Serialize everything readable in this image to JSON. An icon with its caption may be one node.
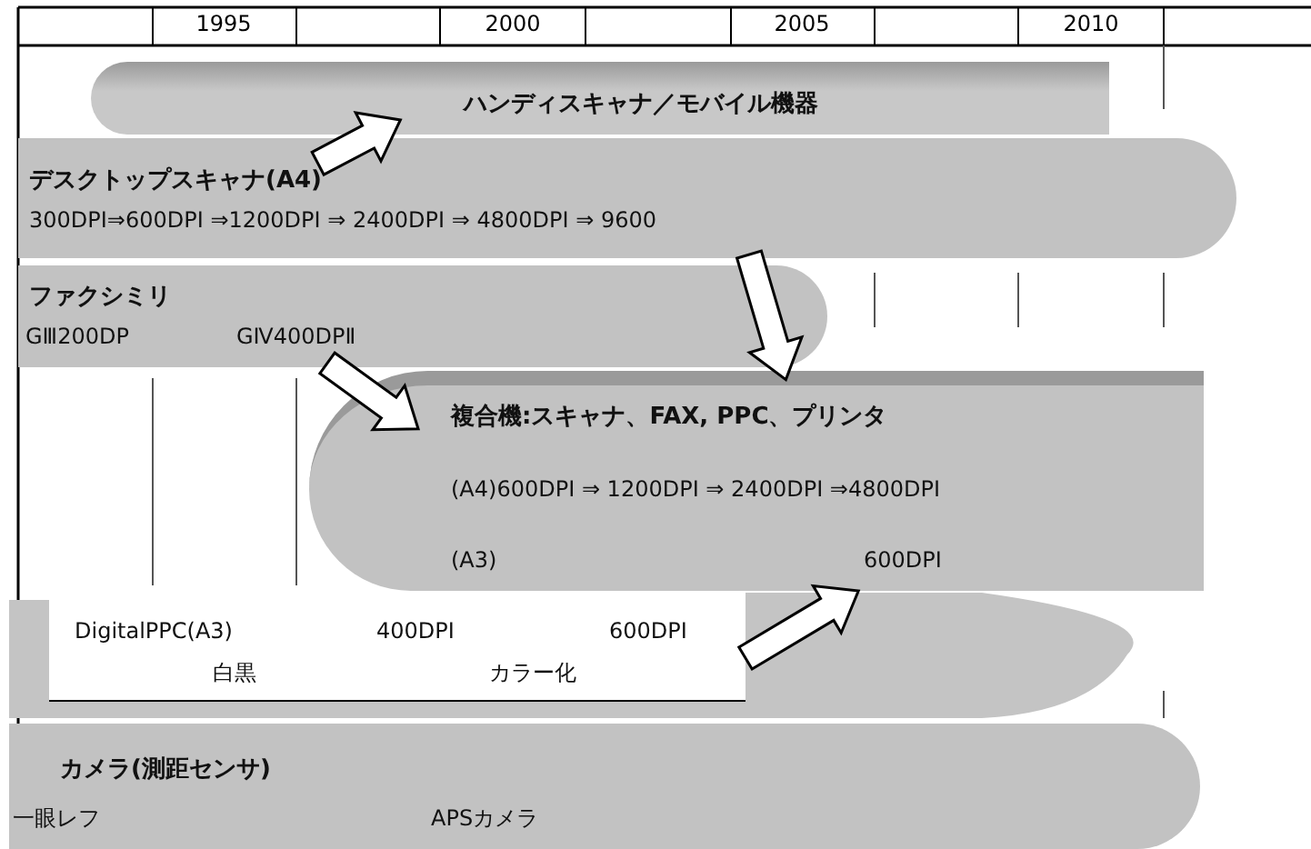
{
  "diagram": {
    "nodes": [
      {
        "text": [
          "ハンディスキャナ／モバイル機器"
        ]
      },
      {
        "text": [
          "デスクトップスキャナ(A4)",
          "300DPI⇒600DPI ⇒1200DPI ⇒ 2400DPI ⇒ 4800DPI ⇒ 9600"
        ]
      },
      {
        "text": [
          "ファクシミリ",
          "GⅢ200DP",
          "GⅣ400DPⅡ"
        ]
      },
      {
        "text": [
          "複合機:スキャナ、FAX, PPC、プリンタ",
          "(A4)600DPI ⇒ 1200DPI ⇒ 2400DPI ⇒4800DPI",
          "(A3)",
          "600DPI"
        ]
      },
      {
        "text": [
          "DigitalPPC(A3)",
          "400DPI",
          "600DPI",
          "白黒",
          "カラー化"
        ]
      },
      {
        "text": [
          "カメラ(測距センサ)",
          "一眼レフ",
          "APSカメラ"
        ]
      }
    ],
    "edges": [
      {
        "from": 1,
        "to": 0,
        "arrow": "to"
      },
      {
        "from": 1,
        "to": 3,
        "arrow": "to"
      },
      {
        "from": 2,
        "to": 3,
        "arrow": "to"
      },
      {
        "from": 4,
        "to": 3,
        "arrow": "to"
      }
    ],
    "labels": [
      "1995",
      "2000",
      "2005",
      "2010"
    ]
  }
}
